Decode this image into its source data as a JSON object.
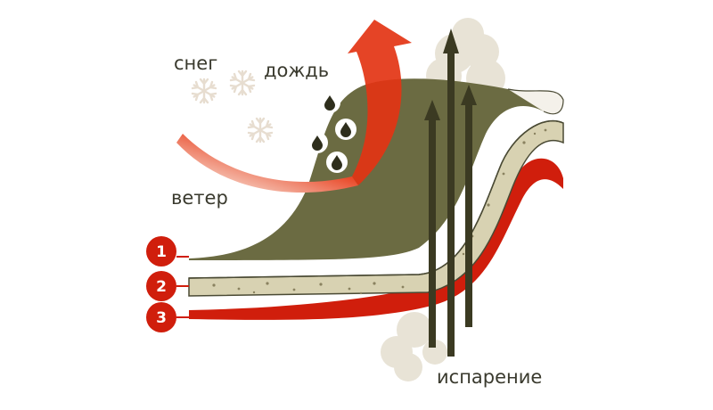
{
  "labels": {
    "snow": "снег",
    "rain": "дождь",
    "wind": "ветер",
    "evaporation": "испарение"
  },
  "layers": [
    {
      "number": "1",
      "color": "#6b6b42"
    },
    {
      "number": "2",
      "color": "#d8d2b2"
    },
    {
      "number": "3",
      "color": "#d01e0c"
    }
  ],
  "colors": {
    "outer_layer": "#6b6b42",
    "middle_layer": "#d8d2b2",
    "inner_layer": "#d01e0c",
    "arrow_dark": "#3b3a22",
    "badge": "#d01e0c"
  },
  "icons": {
    "snowflake": "snowflake-icon",
    "raindrop": "raindrop-icon",
    "wind_arrow": "wind-arrow-icon",
    "vapor_arrow": "vapor-arrow-icon"
  }
}
